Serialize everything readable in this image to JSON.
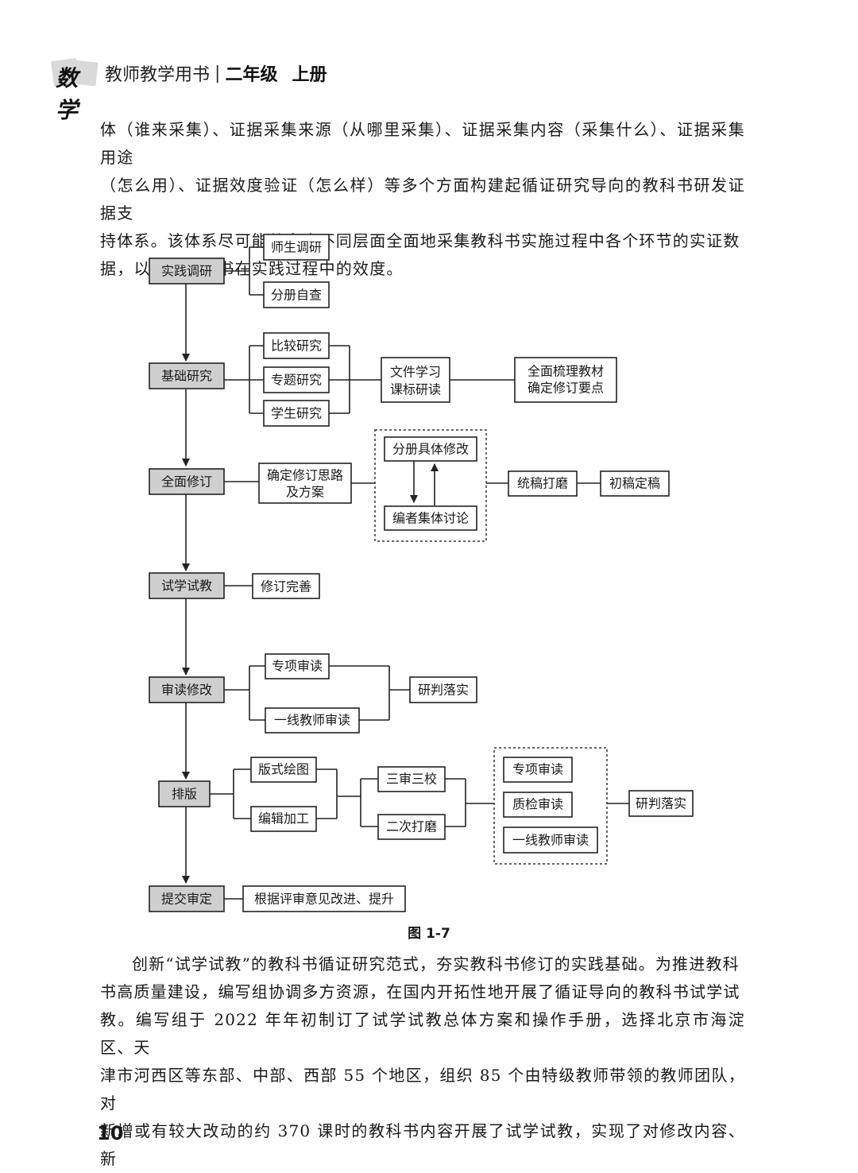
{
  "header": {
    "brand": "数学",
    "book_title": "教师教学用书",
    "separator": "|",
    "grade": "二年级",
    "volume": "上册"
  },
  "paragraph_top": [
    "体（谁来采集）、证据采集来源（从哪里采集）、证据采集内容（采集什么）、证据采集用途",
    "（怎么用）、证据效度验证（怎么样）等多个方面构建起循证研究导向的教科书研发证据支",
    "持体系。该体系尽可能从多个不同层面全面地采集教科书实施过程中各个环节的实证数",
    "据，以验证教科书在实践过程中的效度。"
  ],
  "diagram": {
    "stages": [
      "实践调研",
      "基础研究",
      "全面修订",
      "试学试教",
      "审读修改",
      "排版",
      "提交审定"
    ],
    "practice": [
      "师生调研",
      "分册自查"
    ],
    "basic": [
      "比较研究",
      "专题研究",
      "学生研究"
    ],
    "basic_mid": [
      "文件学习",
      "课标研读"
    ],
    "basic_out": [
      "全面梳理教材",
      "确定修订要点"
    ],
    "revise_plan": [
      "确定修订思路",
      "及方案"
    ],
    "revise_loop": [
      "分册具体修改",
      "编者集体讨论"
    ],
    "revise_next": [
      "统稿打磨",
      "初稿定稿"
    ],
    "trial_out": "修订完善",
    "review_items": [
      "专项审读",
      "一线教师审读"
    ],
    "review_out": "研判落实",
    "layout_items": [
      "版式绘图",
      "编辑加工"
    ],
    "layout_mid": [
      "三审三校",
      "二次打磨"
    ],
    "layout_dashed": [
      "专项审读",
      "质检审读",
      "一线教师审读"
    ],
    "layout_out": "研判落实",
    "submit_out": "根据评审意见改进、提升"
  },
  "caption": "图 1-7",
  "paragraph_bottom": [
    "创新“试学试教”的教科书循证研究范式，夯实教科书修订的实践基础。为推进教科",
    "书高质量建设，编写组协调多方资源，在国内开拓性地开展了循证导向的教科书试学试",
    "教。编写组于 2022 年年初制订了试学试教总体方案和操作手册，选择北京市海淀区、天",
    "津市河西区等东部、中部、西部 55 个地区，组织 85 个由特级教师带领的教师团队，对",
    "新增或有较大改动的约 370 课时的教科书内容开展了试学试教，实现了对修改内容、新"
  ],
  "page_number": "10"
}
